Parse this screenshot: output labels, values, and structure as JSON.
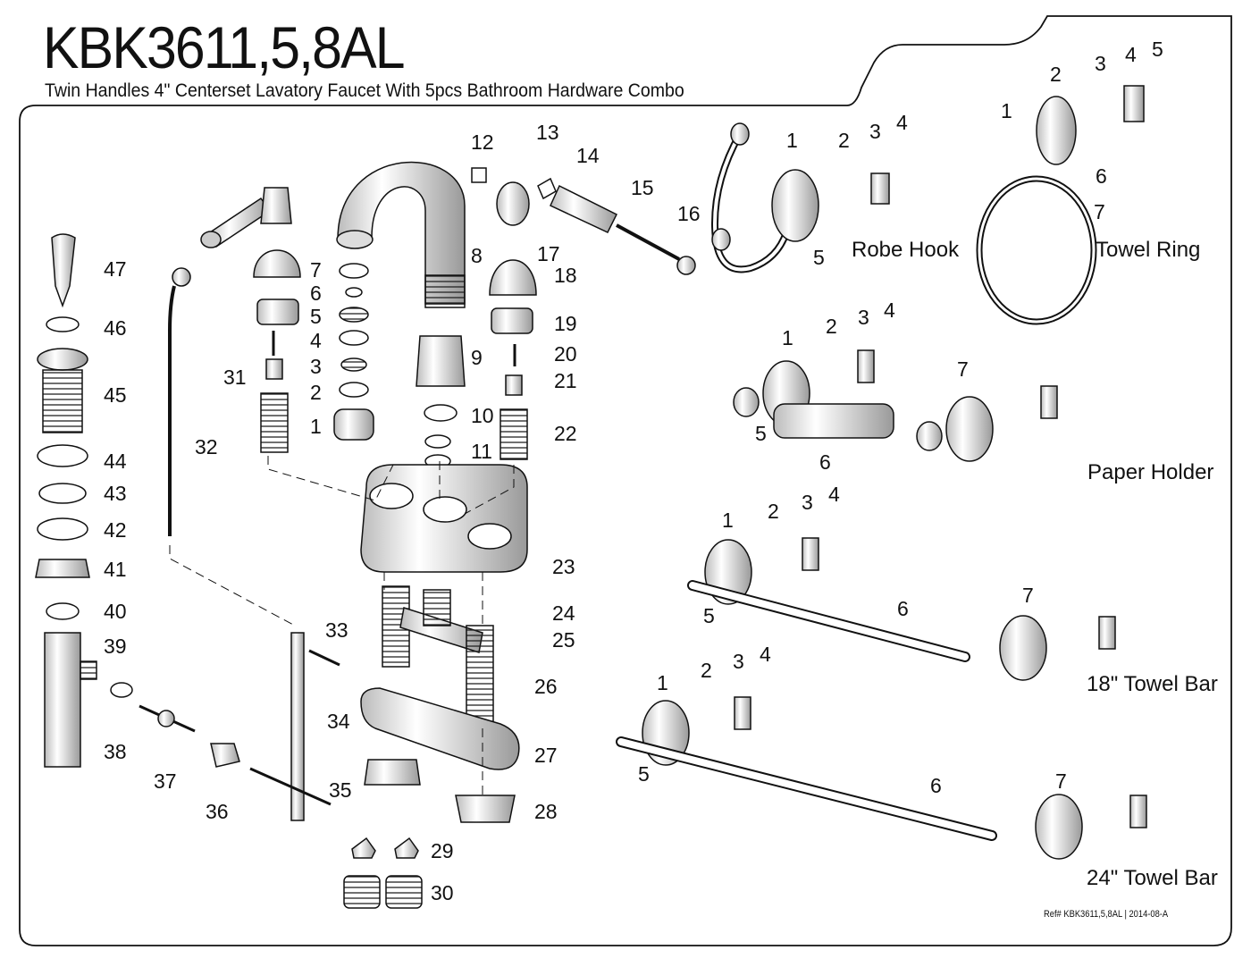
{
  "title": "KBK3611,5,8AL",
  "subtitle": "Twin Handles 4\" Centerset Lavatory Faucet With 5pcs Bathroom Hardware Combo",
  "reference": "Ref# KBK3611,5,8AL | 2014-08-A",
  "faucet_parts": {
    "p1": "1",
    "p2": "2",
    "p3": "3",
    "p4": "4",
    "p5": "5",
    "p6": "6",
    "p7": "7",
    "p8": "8",
    "p9": "9",
    "p10": "10",
    "p11": "11",
    "p12": "12",
    "p13": "13",
    "p14": "14",
    "p15": "15",
    "p16": "16",
    "p17": "17",
    "p18": "18",
    "p19": "19",
    "p20": "20",
    "p21": "21",
    "p22": "22",
    "p23": "23",
    "p24": "24",
    "p25": "25",
    "p26": "26",
    "p27": "27",
    "p28": "28",
    "p29": "29",
    "p30": "30",
    "p31": "31",
    "p32": "32",
    "p33": "33",
    "p34": "34",
    "p35": "35",
    "p36": "36",
    "p37": "37",
    "p38": "38",
    "p39": "39",
    "p40": "40",
    "p41": "41",
    "p42": "42",
    "p43": "43",
    "p44": "44",
    "p45": "45",
    "p46": "46",
    "p47": "47"
  },
  "accessories": {
    "robe_hook": {
      "name": "Robe Hook",
      "n1": "1",
      "n2": "2",
      "n3": "3",
      "n4": "4",
      "n5": "5"
    },
    "towel_ring": {
      "name": "Towel Ring",
      "n1": "1",
      "n2": "2",
      "n3": "3",
      "n4": "4",
      "n5": "5",
      "n6": "6",
      "n7": "7"
    },
    "paper_holder": {
      "name": "Paper Holder",
      "n1": "1",
      "n2": "2",
      "n3": "3",
      "n4": "4",
      "n5": "5",
      "n6": "6",
      "n7": "7"
    },
    "towel_bar_18": {
      "name": "18\" Towel Bar",
      "n1": "1",
      "n2": "2",
      "n3": "3",
      "n4": "4",
      "n5": "5",
      "n6": "6",
      "n7": "7"
    },
    "towel_bar_24": {
      "name": "24\" Towel Bar",
      "n1": "1",
      "n2": "2",
      "n3": "3",
      "n4": "4",
      "n5": "5",
      "n6": "6",
      "n7": "7"
    }
  }
}
